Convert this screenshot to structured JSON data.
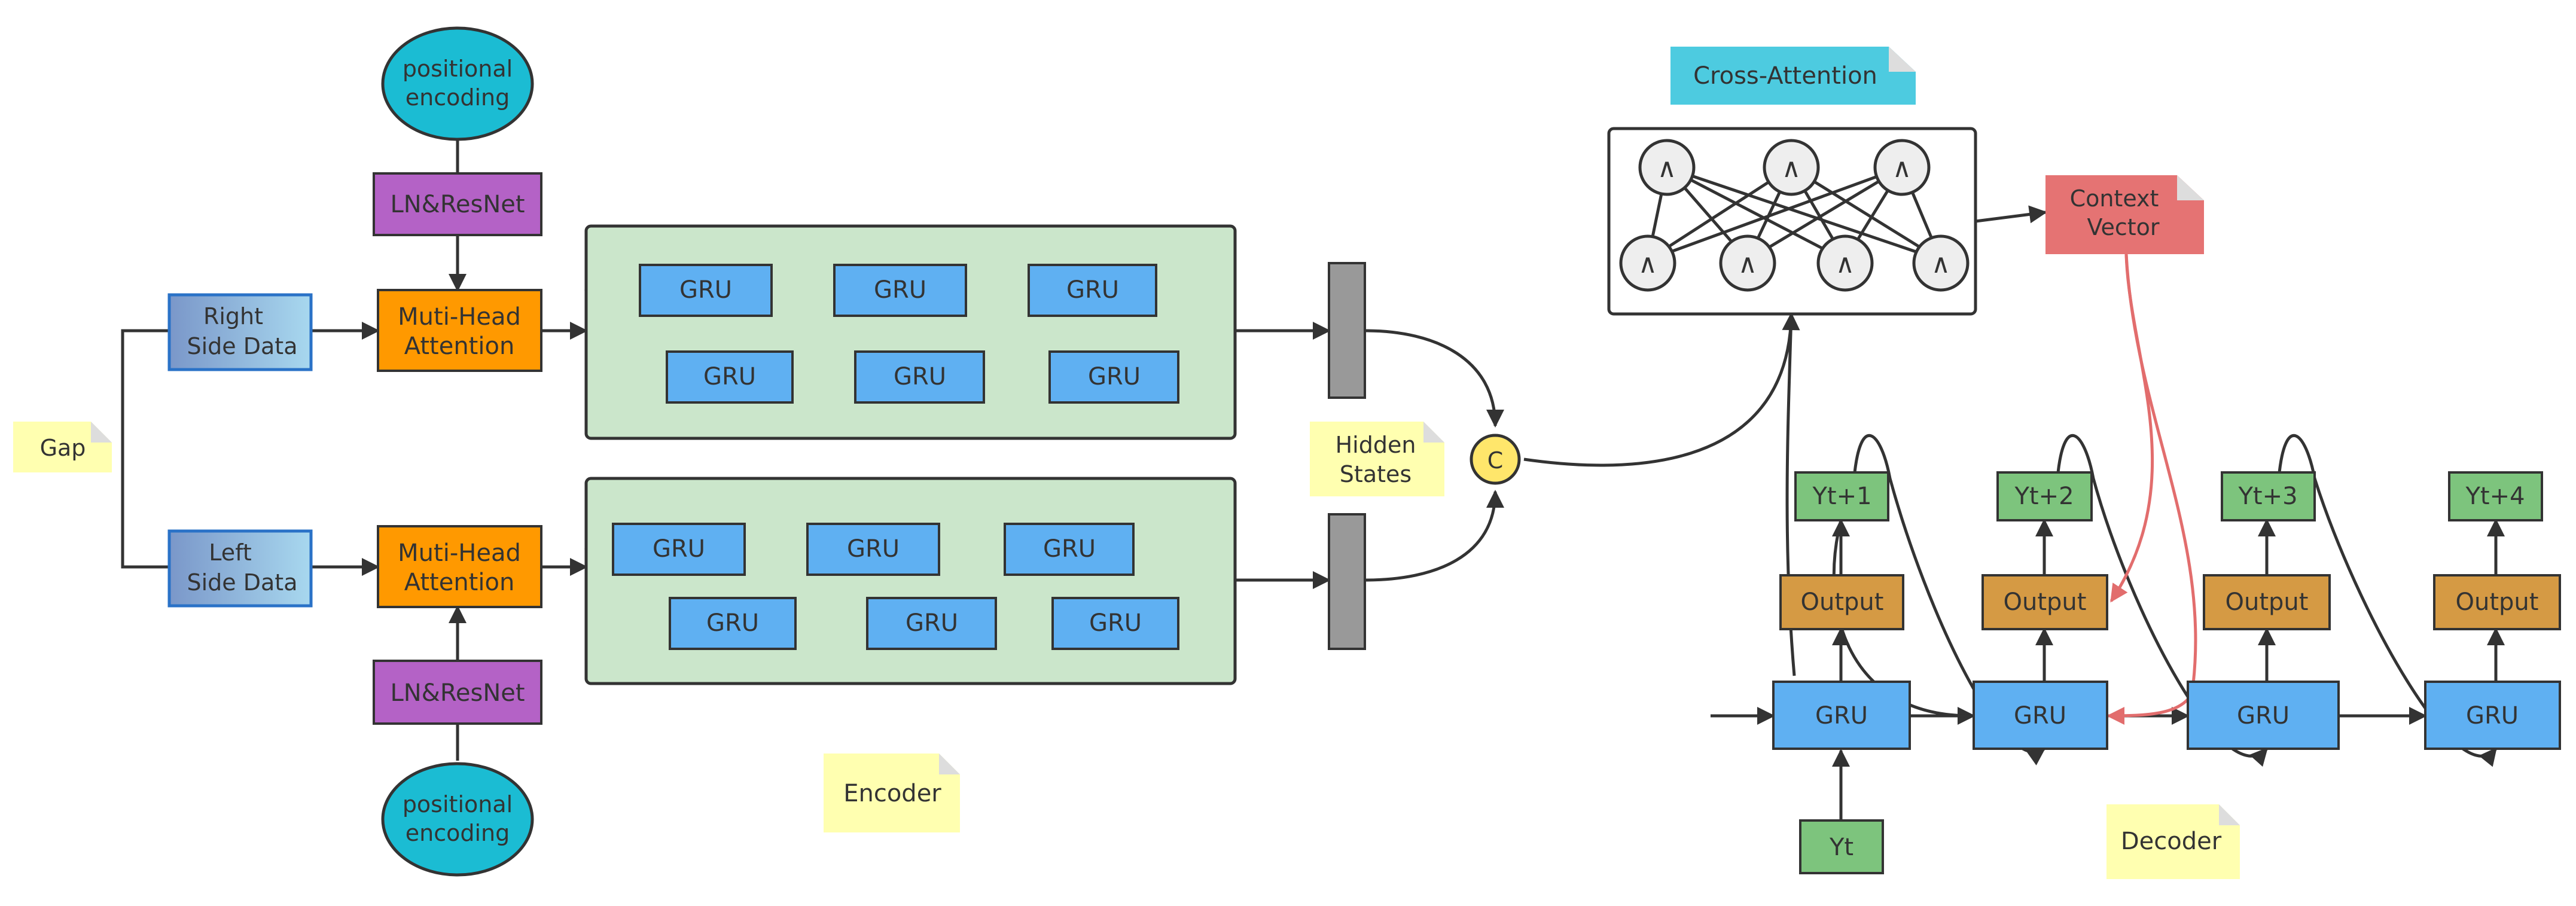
{
  "encoder": {
    "gap_note": "Gap",
    "right_side_data": [
      "Right",
      "Side Data"
    ],
    "left_side_data": [
      "Left",
      "Side Data"
    ],
    "positional_encoding": [
      "positional",
      "encoding"
    ],
    "ln_resnet": "LN&ResNet",
    "mha": [
      "Muti-Head",
      "Attention"
    ],
    "gru": "GRU",
    "hidden_states_note": [
      "Hidden",
      "States"
    ],
    "concat": "C",
    "encoder_note": "Encoder"
  },
  "attention": {
    "cross_attention_note": "Cross-Attention",
    "node_symbol": "∧",
    "context_vector": [
      "Context",
      "Vector"
    ]
  },
  "decoder": {
    "outputs": [
      "Yt+1",
      "Yt+2",
      "Yt+3",
      "Yt+4"
    ],
    "output_label": "Output",
    "gru": "GRU",
    "input": "Yt",
    "decoder_note": "Decoder"
  },
  "colors": {
    "stroke": "#333333",
    "gru": "#5fb0f2",
    "green_panel": "#cbe6cb",
    "mha": "#ff9900",
    "ln_resnet": "#b462c6",
    "positional": "#1bbcd3",
    "side_data_light": "#a8d8ef",
    "side_data_dark": "#7a97c9",
    "hidden_state_bar": "#999999",
    "concat": "#ffe66b",
    "note": "#ffffb0",
    "cross_attention_note": "#4dcbe0",
    "context_vector": "#e57373",
    "context_arrow": "#e26d6d",
    "yt_green": "#7dc47d",
    "output": "#d59a44",
    "attn_node": "#eeeeee"
  }
}
